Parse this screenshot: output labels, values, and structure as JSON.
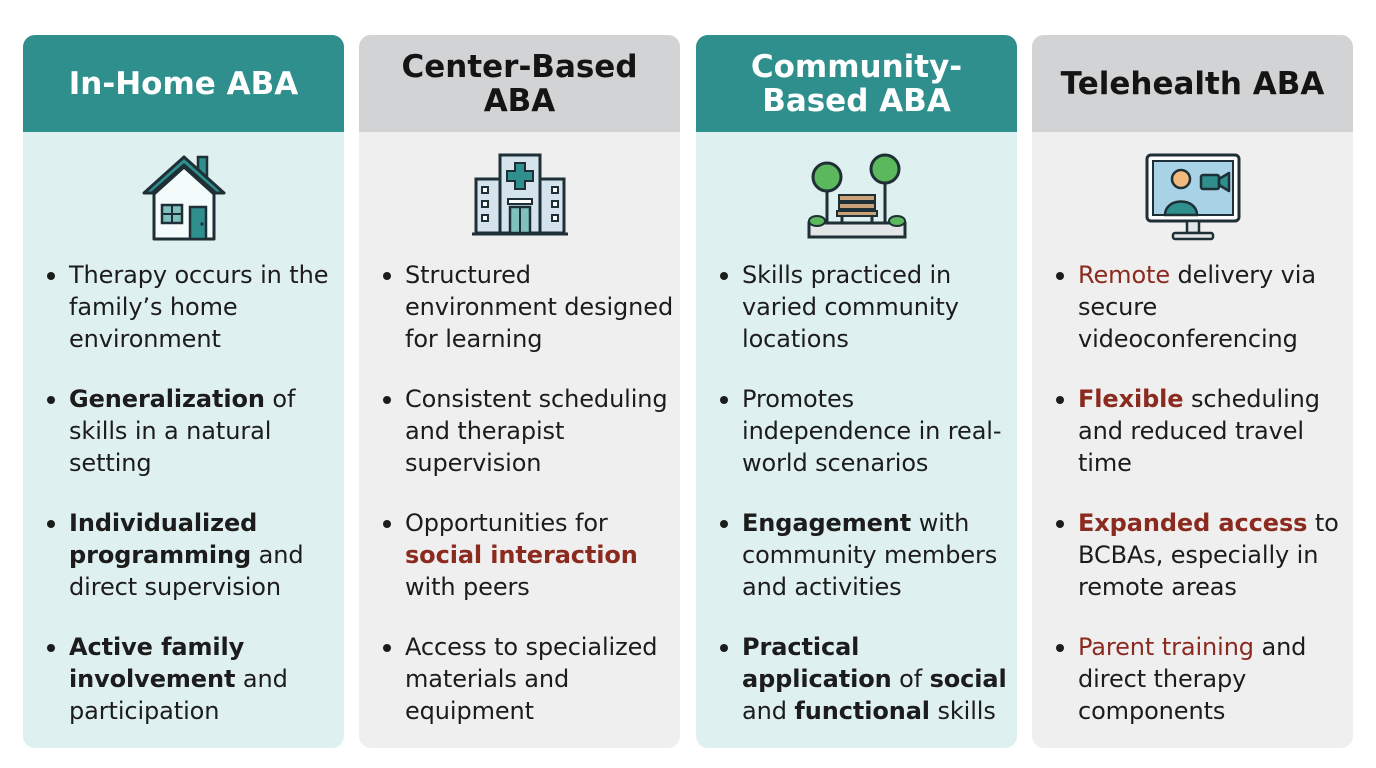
{
  "columns": [
    {
      "title": "In-Home ABA",
      "icon": "house-icon",
      "bullets": [
        {
          "a": "",
          "b": "",
          "c": "Therapy occurs in the family’s home environment"
        },
        {
          "a": "Generalization",
          "b": "",
          "c": " of skills in a natural setting"
        },
        {
          "a": "Individualized programming",
          "b": "",
          "c": " and direct supervision"
        },
        {
          "a": "Active family involvement",
          "b": "",
          "c": " and participation"
        }
      ]
    },
    {
      "title": "Center-Based ABA",
      "icon": "hospital-building-icon",
      "bullets": [
        {
          "a": "",
          "b": "",
          "c": "Structured environment designed for learning"
        },
        {
          "a": "",
          "b": "",
          "c": "Consistent scheduling and therapist supervision"
        },
        {
          "pre": "Opportunities for ",
          "hl": "social interaction",
          "post": " with peers"
        },
        {
          "a": "",
          "b": "",
          "c": "Access to specialized materials and equipment"
        }
      ]
    },
    {
      "title": "Community-Based ABA",
      "icon": "park-trees-bench-icon",
      "bullets": [
        {
          "text": "Skills practiced in varied community locations"
        },
        {
          "text": "Promotes independence in real-world scenarios"
        },
        {
          "b1": "Engagement",
          "t1": " with community members and activities"
        },
        {
          "b1": "Practical application",
          "t1": " of ",
          "b2": "social",
          "t2": " and ",
          "b3": "functional",
          "t3": " skills"
        }
      ]
    },
    {
      "title": "Telehealth ABA",
      "icon": "video-call-monitor-icon",
      "bullets": [
        {
          "r": "Remote",
          "t": " delivery via secure videoconferencing"
        },
        {
          "r": "Flexible",
          "t": " scheduling and reduced travel time"
        },
        {
          "r": "Expanded access",
          "t": " to BCBAs, especially in remote areas"
        },
        {
          "r": "Parent training",
          "t": " and direct therapy components"
        }
      ]
    }
  ],
  "colors": {
    "teal_header": "#2e8f8d",
    "teal_body": "#dff0f0",
    "gray_header": "#d2d3d4",
    "gray_body": "#efefef",
    "highlight": "#8b2a1f"
  }
}
